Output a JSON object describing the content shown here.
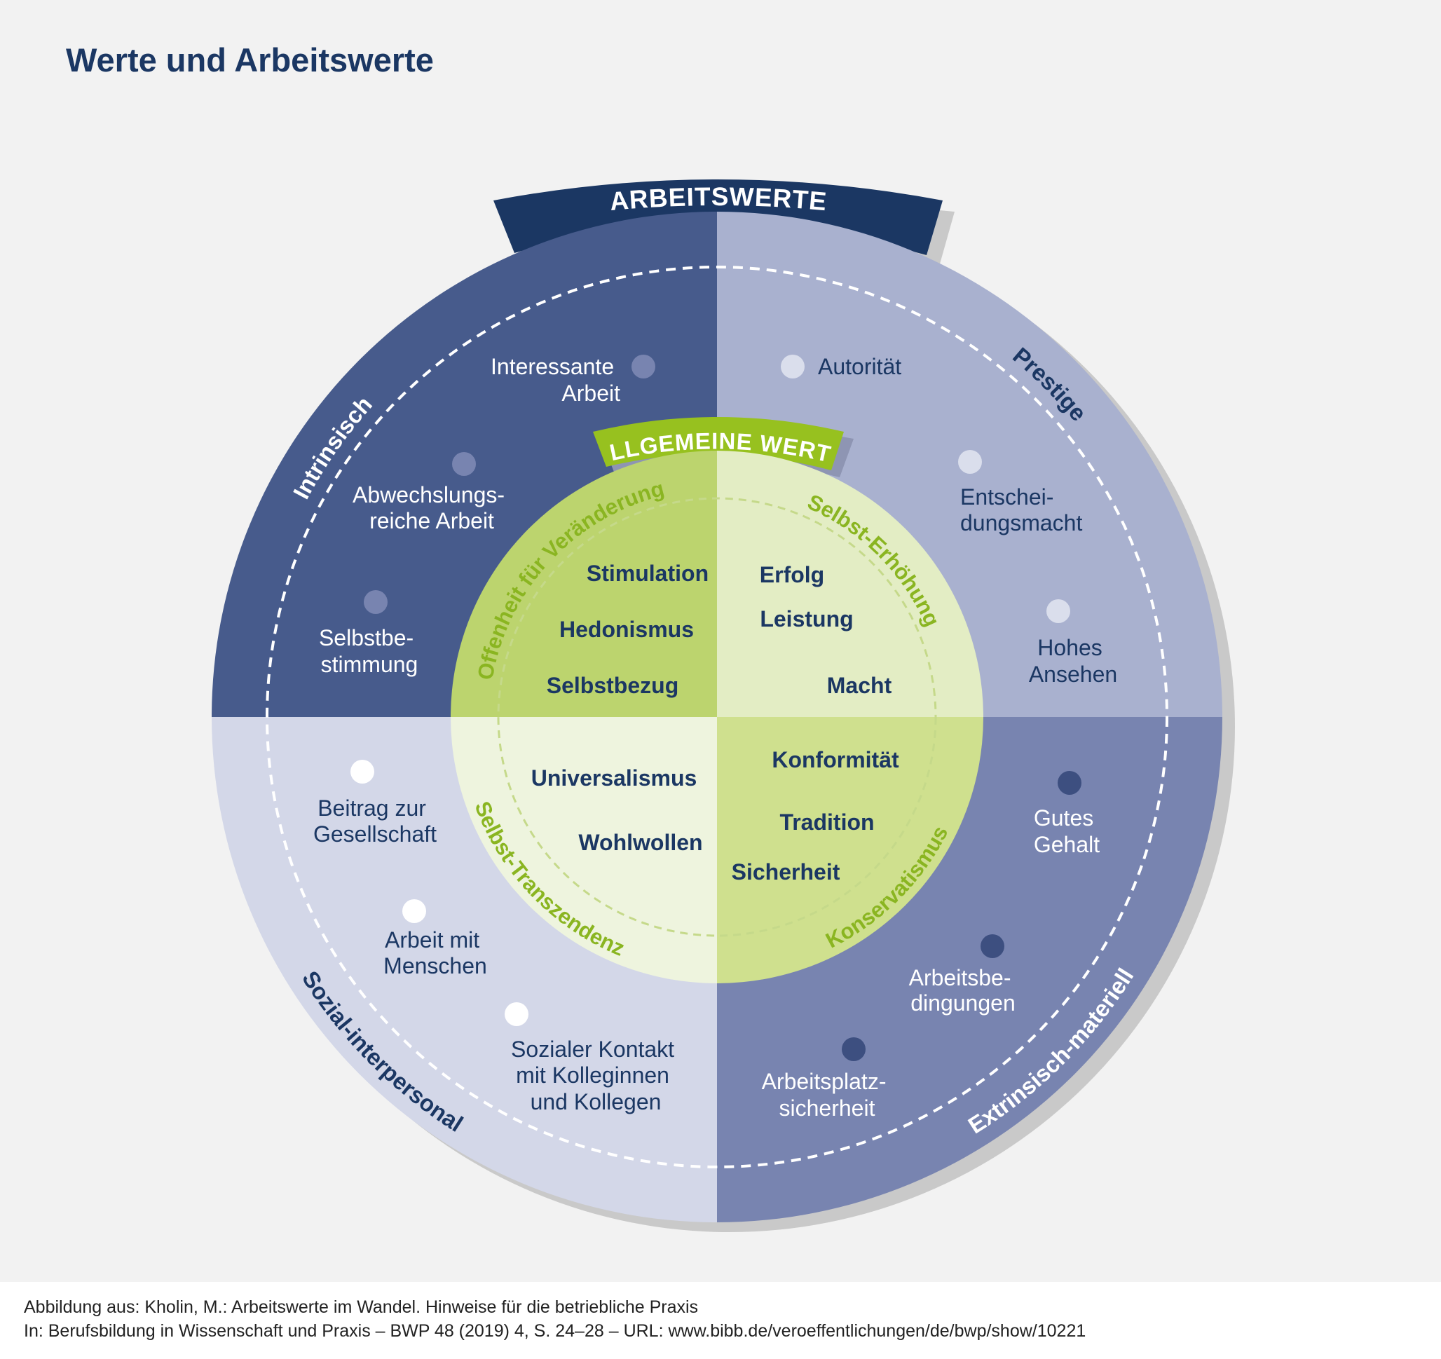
{
  "title": "Werte und Arbeitswerte",
  "banners": {
    "outer": "ARBEITSWERTE",
    "inner": "ALLGEMEINE WERTE"
  },
  "outer_categories": {
    "top_left": "Intrinsisch",
    "top_right": "Prestige",
    "bottom_left": "Sozial-interpersonal",
    "bottom_right": "Extrinsisch-materiell"
  },
  "inner_categories": {
    "top_left": "Offenheit für Veränderung",
    "top_right": "Selbst-Erhöhung",
    "bottom_left": "Selbst-Transzendenz",
    "bottom_right": "Konservatismus"
  },
  "work_values": {
    "intrinsisch": [
      {
        "lines": [
          "Interessante",
          "Arbeit"
        ]
      },
      {
        "lines": [
          "Abwechslungs-",
          "reiche Arbeit"
        ]
      },
      {
        "lines": [
          "Selbstbe-",
          "stimmung"
        ]
      }
    ],
    "prestige": [
      {
        "lines": [
          "Autorität"
        ]
      },
      {
        "lines": [
          "Entschei-",
          "dungsmacht"
        ]
      },
      {
        "lines": [
          "Hohes",
          "Ansehen"
        ]
      }
    ],
    "sozial": [
      {
        "lines": [
          "Beitrag zur",
          "Gesellschaft"
        ]
      },
      {
        "lines": [
          "Arbeit mit",
          "Menschen"
        ]
      },
      {
        "lines": [
          "Sozialer Kontakt",
          "mit Kolleginnen",
          "und Kollegen"
        ]
      }
    ],
    "extrinsisch": [
      {
        "lines": [
          "Gutes",
          "Gehalt"
        ]
      },
      {
        "lines": [
          "Arbeitsbe-",
          "dingungen"
        ]
      },
      {
        "lines": [
          "Arbeitsplatz-",
          "sicherheit"
        ]
      }
    ]
  },
  "general_values": {
    "offenheit": [
      "Stimulation",
      "Hedonismus",
      "Selbstbezug"
    ],
    "selbst_erhoehung": [
      "Erfolg",
      "Leistung",
      "Macht"
    ],
    "selbst_transzendenz": [
      "Universalismus",
      "Wohlwollen"
    ],
    "konservatismus": [
      "Konformität",
      "Tradition",
      "Sicherheit"
    ]
  },
  "colors": {
    "navy": "#1b3763",
    "green": "#97c11f",
    "q_top_left": "#475b8c",
    "q_top_right": "#a9b1cf",
    "q_bottom_left": "#d3d7e8",
    "q_bottom_right": "#7884b0"
  },
  "footer": {
    "line1": "Abbildung aus: Kholin, M.: Arbeitswerte im Wandel. Hinweise für die betriebliche Praxis",
    "line2": "In: Berufsbildung in Wissenschaft und Praxis – BWP 48 (2019) 4, S. 24–28 – URL: www.bibb.de/veroeffentlichungen/de/bwp/show/10221"
  }
}
